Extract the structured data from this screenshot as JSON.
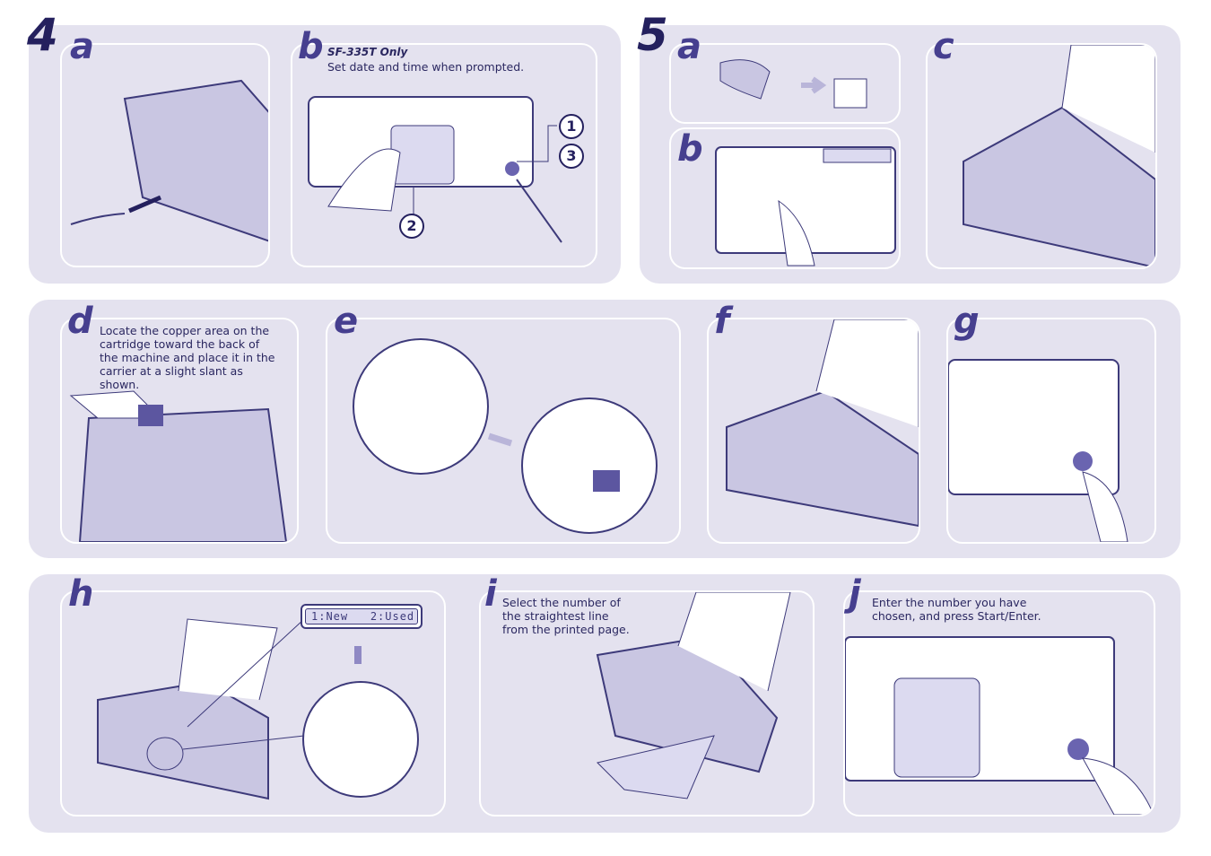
{
  "step4": {
    "number": "4",
    "a": {
      "label": "a"
    },
    "b": {
      "label": "b",
      "subtitle": "SF-335T Only",
      "text": "Set date and time when prompted.",
      "callouts": [
        "1",
        "2",
        "3"
      ]
    }
  },
  "step5": {
    "number": "5",
    "a": {
      "label": "a"
    },
    "b": {
      "label": "b"
    },
    "c": {
      "label": "c"
    },
    "d": {
      "label": "d",
      "text": "Locate the copper area on the cartridge toward the back of the machine and place it in the carrier at a slight slant as shown."
    },
    "e": {
      "label": "e"
    },
    "f": {
      "label": "f"
    },
    "g": {
      "label": "g"
    },
    "h": {
      "label": "h",
      "display": {
        "left": "1:New",
        "right": "2:Used"
      }
    },
    "i": {
      "label": "i",
      "text": "Select the number of the straightest line from the printed page."
    },
    "j": {
      "label": "j",
      "text": "Enter the number you have chosen, and press Start/Enter."
    }
  },
  "colors": {
    "panel": "#e4e2ef",
    "heading": "#24205e",
    "letter": "#463f8f",
    "line": "#3d3a7a"
  }
}
